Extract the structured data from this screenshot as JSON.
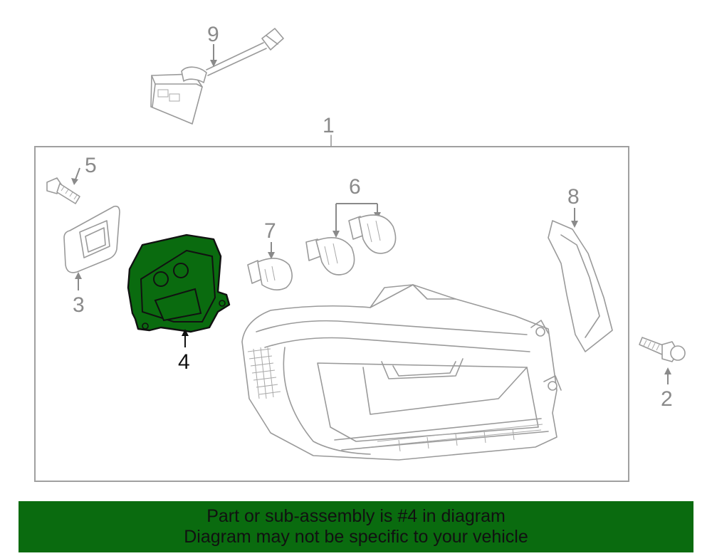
{
  "callouts": {
    "c1": "1",
    "c2": "2",
    "c3": "3",
    "c4": "4",
    "c5": "5",
    "c6": "6",
    "c7": "7",
    "c8": "8",
    "c9": "9"
  },
  "highlight": {
    "part": "4",
    "color": "#0a6b0f"
  },
  "banner": {
    "line1": "Part or sub-assembly is #4 in diagram",
    "line2": "Diagram may not be specific to your vehicle",
    "background": "#0a6b0f"
  }
}
